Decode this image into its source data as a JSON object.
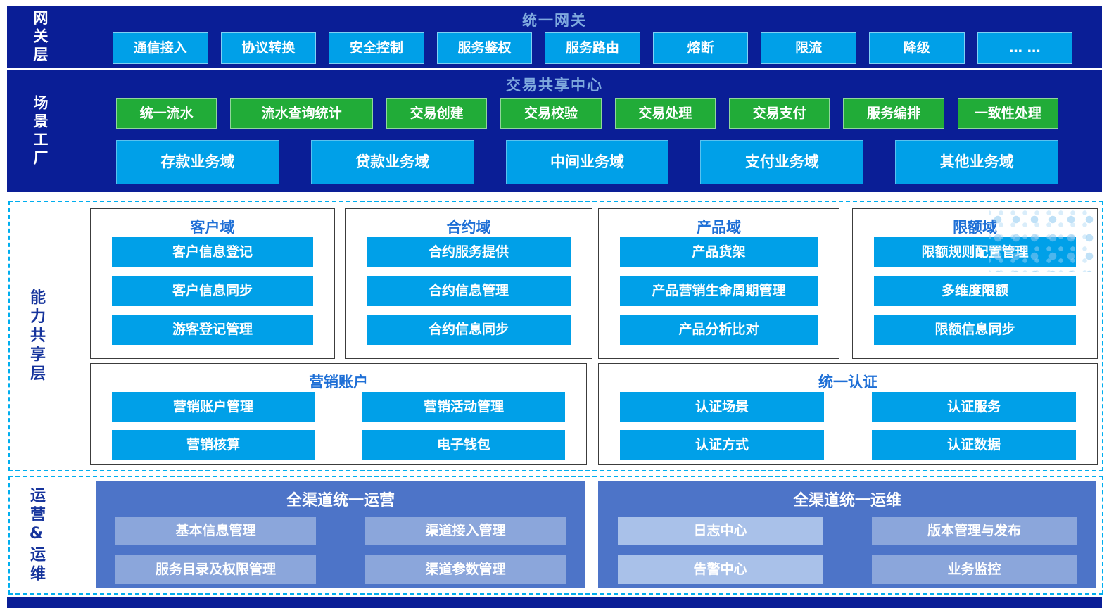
{
  "gateway_layer": {
    "label": "网关层",
    "title": "统一网关",
    "items": [
      "通信接入",
      "协议转换",
      "安全控制",
      "服务鉴权",
      "服务路由",
      "熔断",
      "限流",
      "降级",
      "… …"
    ]
  },
  "scenario_factory": {
    "label": "场景工厂",
    "title": "交易共享中心",
    "services": [
      "统一流水",
      "流水查询统计",
      "交易创建",
      "交易校验",
      "交易处理",
      "交易支付",
      "服务编排",
      "一致性处理"
    ],
    "domains": [
      "存款业务域",
      "贷款业务域",
      "中间业务域",
      "支付业务域",
      "其他业务域"
    ]
  },
  "capability_layer": {
    "label": "能力共享层",
    "groups": [
      {
        "title": "客户域",
        "items": [
          "客户信息登记",
          "客户信息同步",
          "游客登记管理"
        ]
      },
      {
        "title": "合约域",
        "items": [
          "合约服务提供",
          "合约信息管理",
          "合约信息同步"
        ]
      },
      {
        "title": "产品域",
        "items": [
          "产品货架",
          "产品营销生命周期管理",
          "产品分析比对"
        ]
      },
      {
        "title": "限额域",
        "items": [
          "限额规则配置管理",
          "多维度限额",
          "限额信息同步"
        ]
      },
      {
        "title": "营销账户",
        "items": [
          "营销账户管理",
          "营销活动管理",
          "营销核算",
          "电子钱包"
        ]
      },
      {
        "title": "统一认证",
        "items": [
          "认证场景",
          "认证服务",
          "认证方式",
          "认证数据"
        ]
      }
    ]
  },
  "ops_layer": {
    "label": "运营&运维",
    "blocks": [
      {
        "title": "全渠道统一运营",
        "items": [
          "基本信息管理",
          "渠道接入管理",
          "服务目录及权限管理",
          "渠道参数管理"
        ]
      },
      {
        "title": "全渠道统一运维",
        "items": [
          "日志中心",
          "版本管理与发布",
          "告警中心",
          "业务监控"
        ]
      }
    ]
  },
  "colors": {
    "navy": "#0A1E96",
    "bright_blue": "#00A0E8",
    "green": "#21AC38",
    "band_title_blue": "#7FA9DE",
    "group_title_blue": "#1E6FD6",
    "dashed_border": "#00AEEF",
    "side_label_blue": "#16349C",
    "ops_block_bg": "#4D74C8",
    "ops_button_bg": "#8BA6DB",
    "ops_button_light": "#A9C1E9"
  }
}
